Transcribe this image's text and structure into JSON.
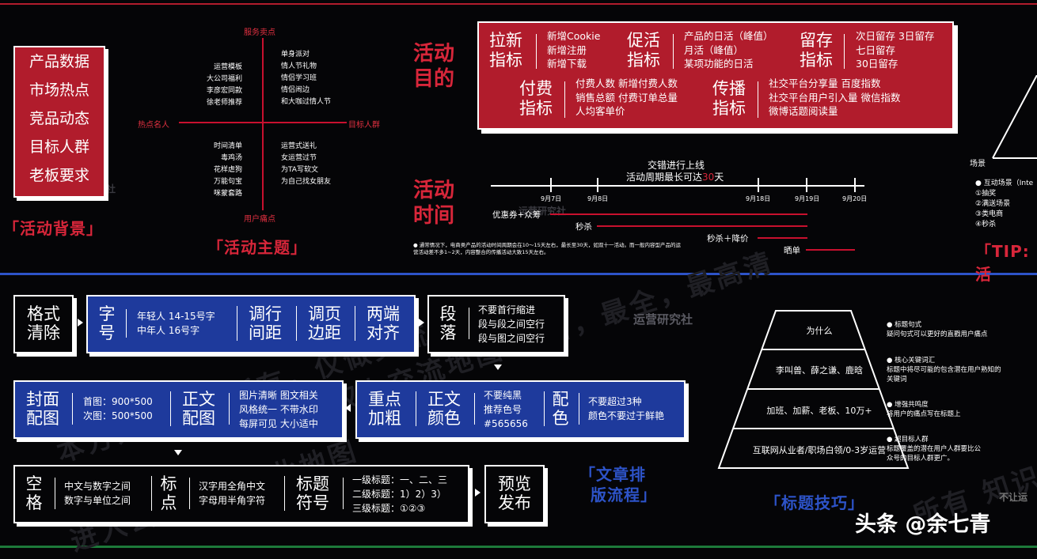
{
  "background": {
    "items": [
      "产品数据",
      "市场热点",
      "竞品动态",
      "目标人群",
      "老板要求"
    ],
    "title": "「活动背景」"
  },
  "theme": {
    "axis_top": "服务卖点",
    "axis_left": "热点名人",
    "axis_right": "目标人群",
    "axis_bottom": "用户痛点",
    "q_tl": [
      "运营模板",
      "大公司福利",
      "李彦宏同款",
      "徐老师推荐"
    ],
    "q_tr": [
      "单身派对",
      "情人节礼物",
      "情侣学习班",
      "情侣闹边",
      "和大咖过情人节"
    ],
    "q_bl": [
      "时间清单",
      "毒鸡汤",
      "花样虐狗",
      "万能句宝",
      "咪蒙套路"
    ],
    "q_br": [
      "运营式送礼",
      "女运营过节",
      "为TA写软文",
      "为自己找女朋友"
    ],
    "title": "「活动主题」"
  },
  "goal": {
    "label": [
      "活动",
      "目的"
    ],
    "blocks": {
      "pull_label": [
        "拉新",
        "指标"
      ],
      "pull_items": [
        "新增Cookie",
        "新增注册",
        "新增下载"
      ],
      "promo_label": [
        "促活",
        "指标"
      ],
      "promo_items": [
        "产品的日活（峰值）",
        "月活（峰值）",
        "某项功能的日活"
      ],
      "retain_label": [
        "留存",
        "指标"
      ],
      "retain_items": [
        "次日留存  3日留存",
        "七日留存",
        "30日留存"
      ],
      "pay_label": [
        "付费",
        "指标"
      ],
      "pay_items": [
        "付费人数  新增付费人数",
        "销售总额  付费订单总量",
        "人均客单价"
      ],
      "spread_label": [
        "传播",
        "指标"
      ],
      "spread_items": [
        "社交平台分享量  百度指数",
        "社交平台用户引入量  微信指数",
        "微博话题阅读量"
      ]
    }
  },
  "time": {
    "label": [
      "活动",
      "时间"
    ],
    "header1": "交错进行上线",
    "header2_prefix": "活动周期最长可达",
    "header2_num": "30",
    "header2_suffix": "天",
    "dates": [
      "9月7日",
      "9月8日",
      "9月18日",
      "9月19日",
      "9月20日"
    ],
    "rows": [
      "优惠券+众筹",
      "秒杀",
      "秒杀＋降价",
      "晒单"
    ],
    "note": "● 通常情况下，电商类产品的活动时间周期会在10～15天左右，最长至30天，如双十一活动。而一般内容型产品的运营活动差不多1~2天，内容整合的传播活动大致15天左右。"
  },
  "tip": {
    "scene": "场景",
    "items": [
      "● 互动场景（Inte",
      "①抽奖",
      "②满送场景",
      "③类电商",
      "④秒杀"
    ],
    "title": "「TIP:活"
  },
  "flow": {
    "clear": [
      "格式",
      "清除"
    ],
    "font_label": [
      "字",
      "号"
    ],
    "font_items": [
      "年轻人 14-15号字",
      "中年人 16号字"
    ],
    "line_label": [
      "调行",
      "间距"
    ],
    "margin_label": [
      "调页",
      "边距"
    ],
    "align_label": [
      "两端",
      "对齐"
    ],
    "para_label": [
      "段",
      "落"
    ],
    "para_items": [
      "不要首行缩进",
      "段与段之间空行",
      "段与图之间空行"
    ],
    "cover_label": [
      "封面",
      "配图"
    ],
    "cover_items": [
      "首图：900*500",
      "次图：500*500"
    ],
    "body_img_label": [
      "正文",
      "配图"
    ],
    "body_img_items": [
      "图片清晰  图文相关",
      "风格统一  不带水印",
      "每屏可见  大小适中"
    ],
    "bold_label": [
      "重点",
      "加粗"
    ],
    "color_label": [
      "正文",
      "颜色"
    ],
    "color_items": [
      "不要纯黑",
      "推荐色号",
      "#565656"
    ],
    "match_label": [
      "配",
      "色"
    ],
    "match_items": [
      "不要超过3种",
      "颜色不要过于鲜艳"
    ],
    "space_label": [
      "空",
      "格"
    ],
    "space_items": [
      "中文与数字之间",
      "数字与单位之间"
    ],
    "punct_label": [
      "标",
      "点"
    ],
    "punct_items": [
      "汉字用全角中文",
      "字母用半角字符"
    ],
    "heading_label": [
      "标题",
      "符号"
    ],
    "heading_items": [
      "一级标题：一、二、三",
      "二级标题：1）2）3）",
      "三级标题：①②③"
    ],
    "publish_label": [
      "预览",
      "发布"
    ],
    "title": [
      "「文章排",
      "版流程」"
    ]
  },
  "pyramid": {
    "levels": [
      "为什么",
      "李叫兽、薛之谦、鹿晗",
      "加班、加薪、老板、10万+",
      "互联网从业者/职场白领/0-3岁运营"
    ],
    "notes": [
      [
        "● 标题句式",
        "疑问句式可以更好的直戳用户痛点"
      ],
      [
        "● 核心关键词汇",
        "标题中将尽可能的包含潜在用户熟知的",
        "关键词"
      ],
      [
        "● 增强共鸣度",
        "将用户的痛点写在标题上"
      ],
      [
        "● 超目标人群",
        "标题覆盖的潜在用户人群要比公",
        "众号的目标人群更广。"
      ]
    ],
    "title": "「标题技巧」"
  },
  "watermarks": {
    "brand": "运营研究社",
    "texts": [
      "本方为原作者所有，仅做交流",
      "本版权为交流地图 最新，最全，最高清",
      "进入公众号，送此地图",
      "所有 知识"
    ],
    "corner": "不让运",
    "signature": "头条 @余七青"
  },
  "colors": {
    "red": "#b11c2c",
    "blue": "#1e3a9c",
    "accent_red": "#d8263a"
  }
}
